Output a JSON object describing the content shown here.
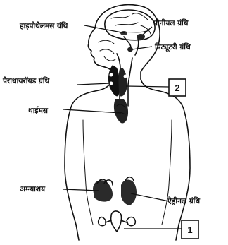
{
  "labels": {
    "hypothalamus": "हाइपोथैलमस ग्रंथि",
    "pineal": "पीनीयल ग्रंथि",
    "pituitary": "पिट्यूटरी ग्रंथि",
    "parathyroid": "पैराथायरॉयड ग्रंथि",
    "thymus": "थाईमस",
    "pancreas": "अग्न्याशय",
    "adrenal": "ऐड्रीनल ग्रंथि"
  },
  "boxes": {
    "box_2": "2",
    "box_1": "1"
  }
}
